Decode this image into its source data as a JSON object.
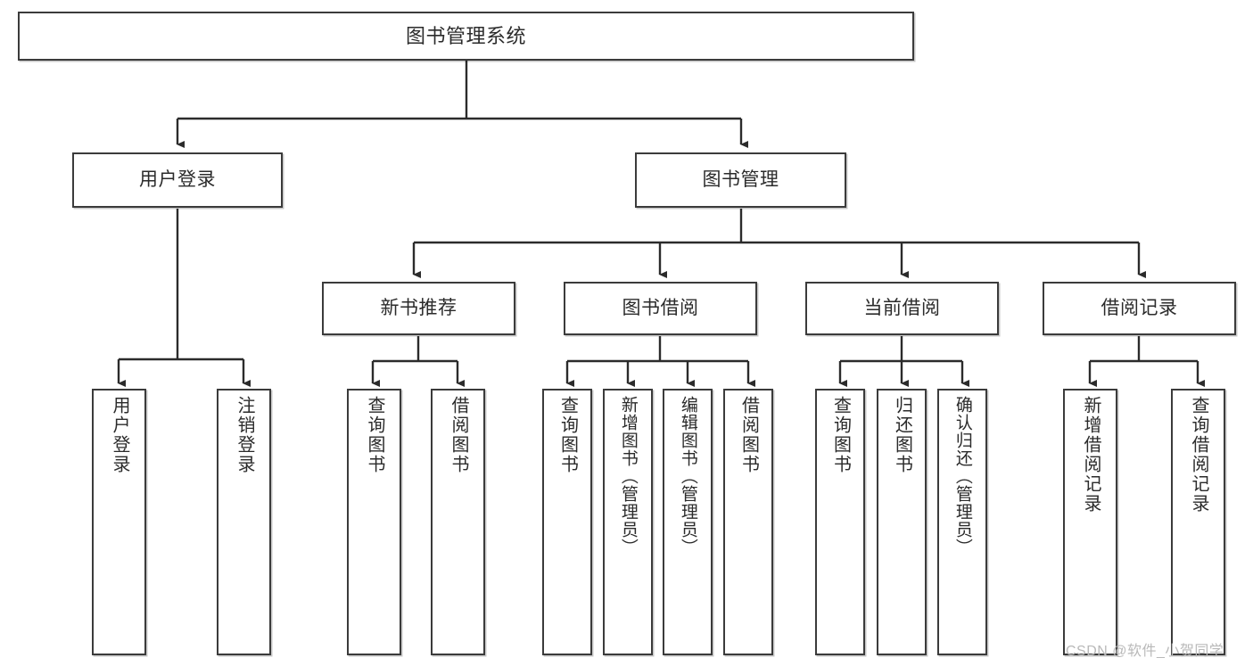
{
  "diagram": {
    "type": "tree",
    "title": "图书管理系统",
    "orientation": "top-down",
    "colors": {
      "box_border": "#3b3b3b",
      "box_fill": "#ffffff",
      "connector": "#2b2b2b",
      "text": "#2b2b2b",
      "watermark": "#b9b9b9"
    },
    "root": {
      "label": "图书管理系统"
    },
    "level2": [
      {
        "label": "用户登录"
      },
      {
        "label": "图书管理"
      }
    ],
    "level3": [
      {
        "label": "新书推荐"
      },
      {
        "label": "图书借阅"
      },
      {
        "label": "当前借阅"
      },
      {
        "label": "借阅记录"
      }
    ],
    "leaves": {
      "user_login": [
        {
          "label": "用户登录"
        },
        {
          "label": "注销登录"
        }
      ],
      "new_book_recommend": [
        {
          "label": "查询图书"
        },
        {
          "label": "借阅图书"
        }
      ],
      "book_borrow": [
        {
          "label": "查询图书"
        },
        {
          "label": "新增图书（管理员）"
        },
        {
          "label": "编辑图书（管理员）"
        },
        {
          "label": "借阅图书"
        }
      ],
      "current_borrow": [
        {
          "label": "查询图书"
        },
        {
          "label": "归还图书"
        },
        {
          "label": "确认归还（管理员）"
        }
      ],
      "borrow_record": [
        {
          "label": "新增借阅记录"
        },
        {
          "label": "查询借阅记录"
        }
      ]
    }
  },
  "watermark": {
    "text": "CSDN @软件_小贺同学"
  }
}
